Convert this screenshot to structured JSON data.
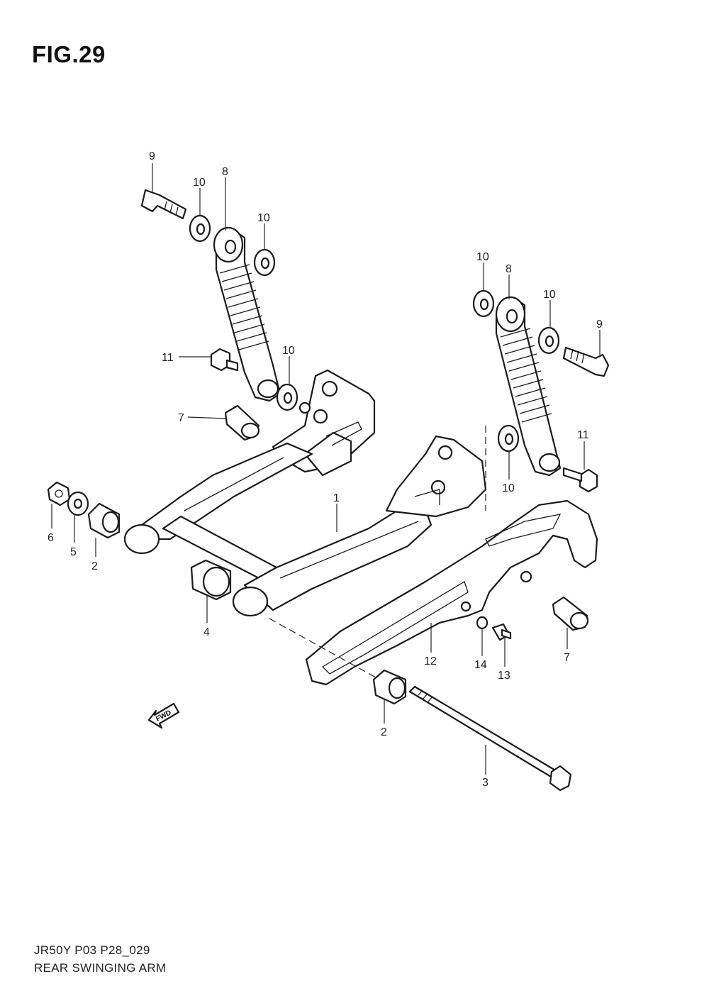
{
  "figure": {
    "title": "FIG.29",
    "model_code": "JR50Y P03 P28_029",
    "section_name": "REAR SWINGING ARM",
    "fwd_label": "FWD"
  },
  "callouts": [
    {
      "id": "c9a",
      "label": "9"
    },
    {
      "id": "c10a",
      "label": "10"
    },
    {
      "id": "c8a",
      "label": "8"
    },
    {
      "id": "c10b",
      "label": "10"
    },
    {
      "id": "c11a",
      "label": "11"
    },
    {
      "id": "c10c",
      "label": "10"
    },
    {
      "id": "c7a",
      "label": "7"
    },
    {
      "id": "c6",
      "label": "6"
    },
    {
      "id": "c5",
      "label": "5"
    },
    {
      "id": "c2a",
      "label": "2"
    },
    {
      "id": "c1",
      "label": "1"
    },
    {
      "id": "c4",
      "label": "4"
    },
    {
      "id": "c10d",
      "label": "10"
    },
    {
      "id": "c8b",
      "label": "8"
    },
    {
      "id": "c10e",
      "label": "10"
    },
    {
      "id": "c9b",
      "label": "9"
    },
    {
      "id": "c11b",
      "label": "11"
    },
    {
      "id": "c10f",
      "label": "10"
    },
    {
      "id": "c12",
      "label": "12"
    },
    {
      "id": "c14",
      "label": "14"
    },
    {
      "id": "c13",
      "label": "13"
    },
    {
      "id": "c7b",
      "label": "7"
    },
    {
      "id": "c2b",
      "label": "2"
    },
    {
      "id": "c3",
      "label": "3"
    }
  ]
}
